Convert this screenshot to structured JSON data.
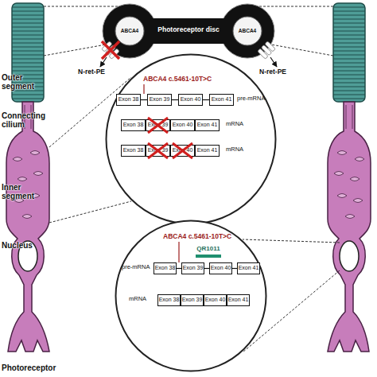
{
  "diagram": {
    "nodes": [
      {
        "text": [
          "Photoreceptor disc"
        ]
      },
      {
        "text": [
          "ABCA4 c.5461-10T>C",
          "pre-mRNA",
          "mRNA",
          "mRNA"
        ]
      },
      {
        "text": [
          "Exon 38"
        ],
        "in": 1
      },
      {
        "text": [
          "Exon 39"
        ],
        "in": 1
      },
      {
        "text": [
          "Exon 40"
        ],
        "in": 1
      },
      {
        "text": [
          "Exon 41"
        ],
        "in": 1
      },
      {
        "text": [
          "Exon 38"
        ],
        "in": 1
      },
      {
        "text": [
          "Exon 39"
        ],
        "in": 1
      },
      {
        "text": [
          "Exon 40"
        ],
        "in": 1
      },
      {
        "text": [
          "Exon 41"
        ],
        "in": 1
      },
      {
        "text": [
          "Exon 38"
        ],
        "in": 1
      },
      {
        "text": [
          "Exon 39"
        ],
        "in": 1
      },
      {
        "text": [
          "Exon 40"
        ],
        "in": 1
      },
      {
        "text": [
          "Exon 41"
        ],
        "in": 1
      },
      {
        "text": [
          "ABCA4 c.5461-10T>C",
          "QR1011",
          "pre-mRNA",
          "mRNA"
        ]
      },
      {
        "text": [
          "Exon 38"
        ],
        "in": 14
      },
      {
        "text": [
          "Exon 39"
        ],
        "in": 14
      },
      {
        "text": [
          "Exon 40"
        ],
        "in": 14
      },
      {
        "text": [
          "Exon 41"
        ],
        "in": 14
      },
      {
        "text": [
          "Exon 38"
        ],
        "in": 14
      },
      {
        "text": [
          "Exon 39"
        ],
        "in": 14
      },
      {
        "text": [
          "Exon 40"
        ],
        "in": 14
      },
      {
        "text": [
          "Exon 41"
        ],
        "in": 14
      }
    ],
    "edges": [
      {
        "from": 2,
        "to": 3,
        "arrow": "none"
      },
      {
        "from": 3,
        "to": 4,
        "arrow": "none"
      },
      {
        "from": 4,
        "to": 5,
        "arrow": "none"
      },
      {
        "from": 15,
        "to": 16,
        "arrow": "none"
      },
      {
        "from": 16,
        "to": 17,
        "arrow": "none"
      },
      {
        "from": 17,
        "to": 18,
        "arrow": "none"
      }
    ],
    "labels": [
      "Outer segment",
      "Connecting cilium",
      "Inner segment",
      "Nucleus",
      "Photoreceptor",
      "ABCA4",
      "ABCA4",
      "N-ret-PE",
      "N-ret-PE"
    ]
  }
}
